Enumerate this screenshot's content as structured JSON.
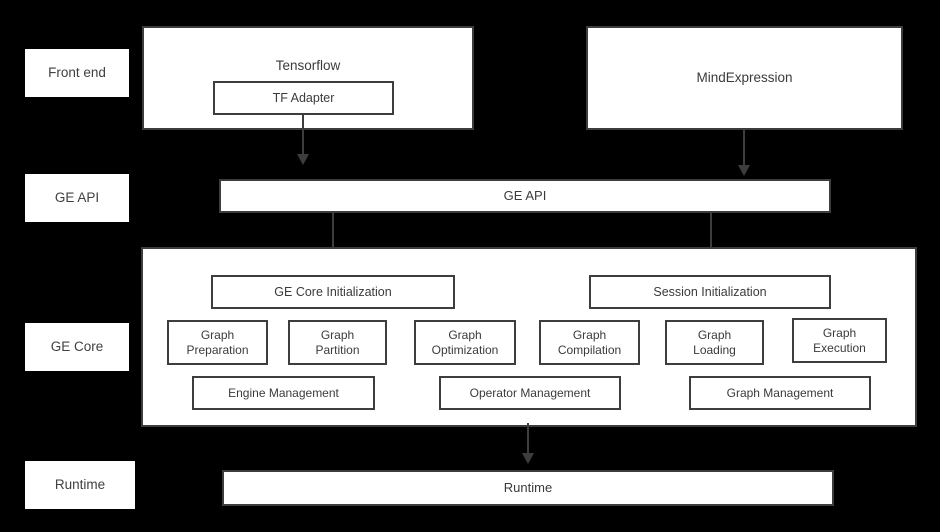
{
  "diagram": {
    "title": "GraphEngine architecture stack",
    "background_color": "#000000",
    "box_fill": "#ffffff",
    "line_color": "#3d3d3d",
    "text_color": "#3b3b3b"
  },
  "rail_labels": [
    {
      "id": "front-end",
      "label": "Front end"
    },
    {
      "id": "ge-api",
      "label": "GE API"
    },
    {
      "id": "ge-core",
      "label": "GE Core"
    },
    {
      "id": "runtime",
      "label": "Runtime"
    }
  ],
  "front_end": {
    "tensorflow": {
      "label": "Tensorflow",
      "child": {
        "label": "TF Adapter"
      }
    },
    "mindexpression": {
      "label": "MindExpression"
    }
  },
  "ge_api": {
    "label": "GE API"
  },
  "ge_core": {
    "initializers": [
      {
        "label": "GE Core Initialization"
      },
      {
        "label": "Session Initialization"
      }
    ],
    "pipeline": [
      {
        "label": "Graph\nPreparation"
      },
      {
        "label": "Graph\nPartition"
      },
      {
        "label": "Graph\nOptimization"
      },
      {
        "label": "Graph\nCompilation"
      },
      {
        "label": "Graph\nLoading"
      },
      {
        "label": "Graph\nExecution"
      }
    ],
    "managers": [
      {
        "label": "Engine Management"
      },
      {
        "label": "Operator Management"
      },
      {
        "label": "Graph Management"
      }
    ]
  },
  "runtime": {
    "label": "Runtime"
  },
  "connectors": [
    {
      "id": "tf-adapter-to-ge-api",
      "from": "TF Adapter",
      "to": "GE API"
    },
    {
      "id": "mindexpression-to-ge-api",
      "from": "MindExpression",
      "to": "GE API"
    },
    {
      "id": "ge-api-to-ge-core-initialization",
      "from": "GE API",
      "to": "GE Core Initialization"
    },
    {
      "id": "ge-api-to-session-initialization",
      "from": "GE API",
      "to": "Session Initialization"
    },
    {
      "id": "ge-core-to-runtime",
      "from": "GE Core",
      "to": "Runtime"
    }
  ]
}
